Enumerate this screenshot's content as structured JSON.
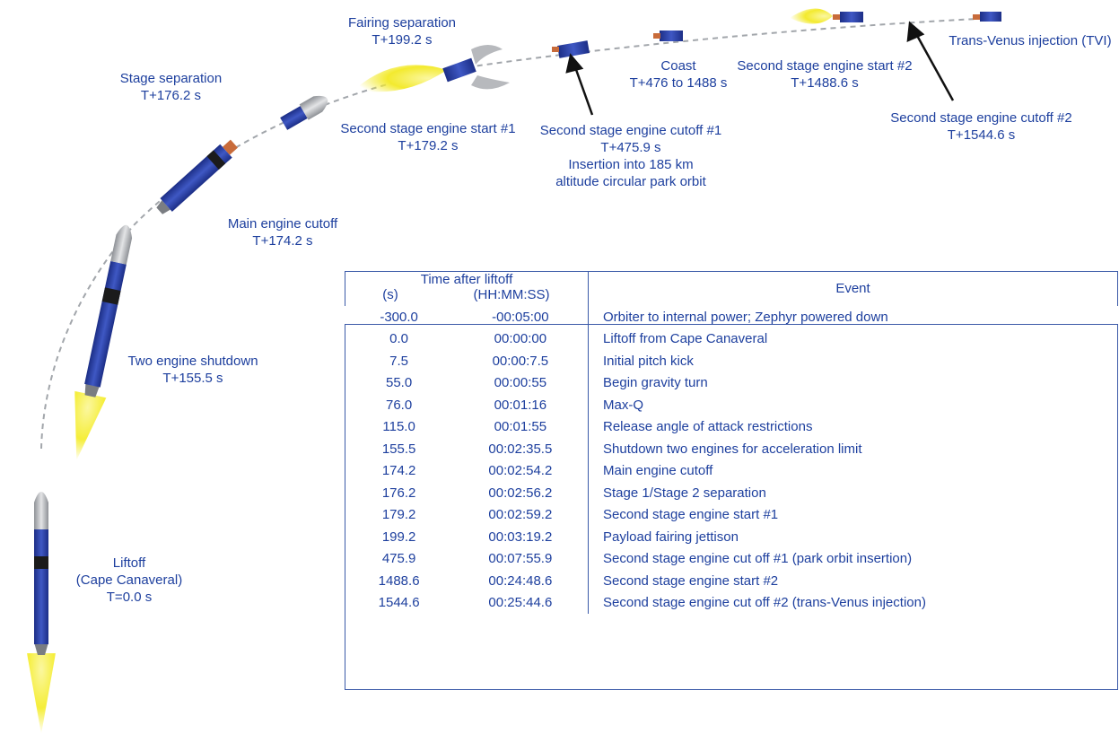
{
  "labels": {
    "liftoff": [
      "Liftoff",
      "(Cape Canaveral)",
      "T=0.0 s"
    ],
    "two_engine": [
      "Two engine shutdown",
      "T+155.5 s"
    ],
    "meco": [
      "Main engine cutoff",
      "T+174.2 s"
    ],
    "stage_sep": [
      "Stage separation",
      "T+176.2 s"
    ],
    "ses1": [
      "Second stage engine start #1",
      "T+179.2 s"
    ],
    "fairing": [
      "Fairing separation",
      "T+199.2 s"
    ],
    "seco1": [
      "Second stage engine cutoff #1",
      "T+475.9 s",
      "Insertion into 185 km",
      "altitude circular park orbit"
    ],
    "coast": [
      "Coast",
      "T+476 to 1488 s"
    ],
    "ses2": [
      "Second stage engine start #2",
      "T+1488.6 s"
    ],
    "seco2": [
      "Second stage engine cutoff #2",
      "T+1544.6 s"
    ],
    "tvi": [
      "Trans-Venus injection (TVI)"
    ]
  },
  "table": {
    "header_group": "Time after liftoff",
    "col_s": "(s)",
    "col_hms": "(HH:MM:SS)",
    "col_event": "Event",
    "rows": [
      {
        "s": "-300.0",
        "hms": "-00:05:00",
        "event": "Orbiter to internal power; Zephyr powered down"
      },
      {
        "s": "0.0",
        "hms": "00:00:00",
        "event": "Liftoff from Cape Canaveral"
      },
      {
        "s": "7.5",
        "hms": "00:00:7.5",
        "event": "Initial pitch kick"
      },
      {
        "s": "55.0",
        "hms": "00:00:55",
        "event": "Begin gravity turn"
      },
      {
        "s": "76.0",
        "hms": "00:01:16",
        "event": "Max-Q"
      },
      {
        "s": "115.0",
        "hms": "00:01:55",
        "event": "Release angle of attack restrictions"
      },
      {
        "s": "155.5",
        "hms": "00:02:35.5",
        "event": "Shutdown two engines for acceleration limit"
      },
      {
        "s": "174.2",
        "hms": "00:02:54.2",
        "event": "Main engine cutoff"
      },
      {
        "s": "176.2",
        "hms": "00:02:56.2",
        "event": "Stage 1/Stage 2 separation"
      },
      {
        "s": "179.2",
        "hms": "00:02:59.2",
        "event": "Second stage engine start #1"
      },
      {
        "s": "199.2",
        "hms": "00:03:19.2",
        "event": "Payload fairing jettison"
      },
      {
        "s": "475.9",
        "hms": "00:07:55.9",
        "event": "Second stage engine cut off #1 (park orbit insertion)"
      },
      {
        "s": "1488.6",
        "hms": "00:24:48.6",
        "event": "Second stage engine start #2"
      },
      {
        "s": "1544.6",
        "hms": "00:25:44.6",
        "event": "Second stage engine cut off #2 (trans-Venus injection)"
      }
    ]
  },
  "colors": {
    "text": "#1d3f9e",
    "rocket_body": "#2a3fa6",
    "plume": "#f5ee3a",
    "trajectory": "#9aa0a6"
  }
}
